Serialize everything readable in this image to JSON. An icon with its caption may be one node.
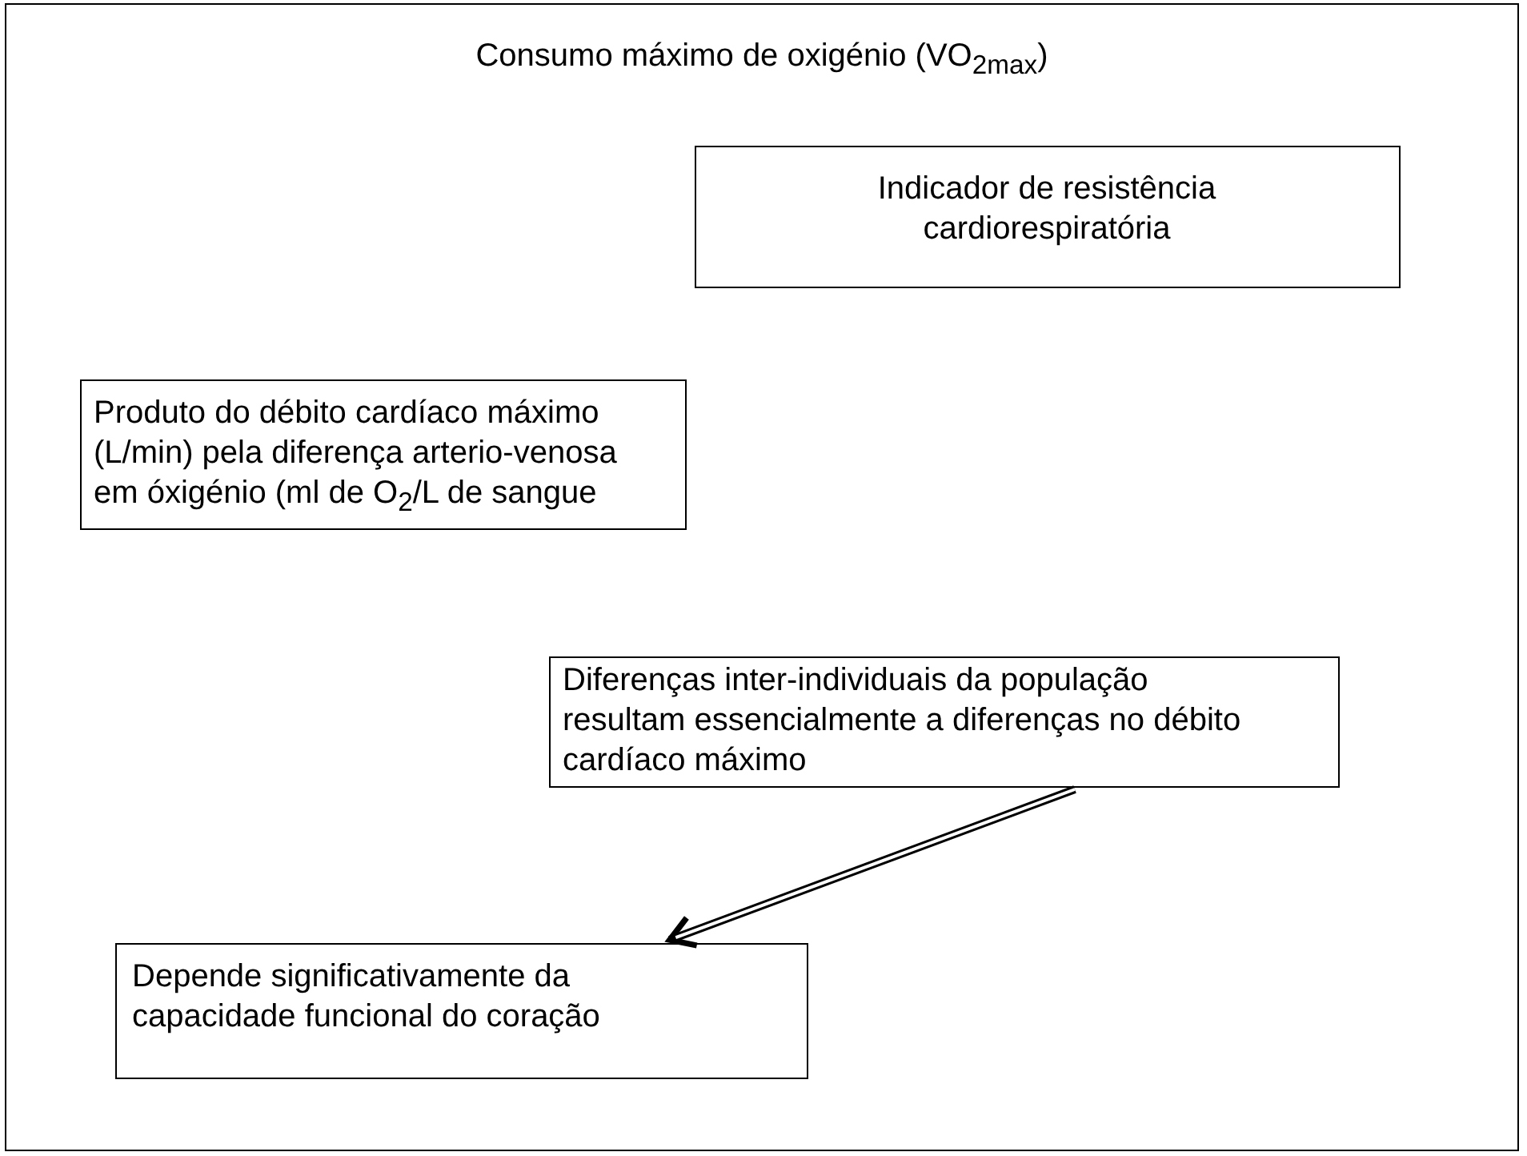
{
  "diagram": {
    "nodes": [
      {
        "text": [
          "Consumo máximo de oxigénio (VO$_{2max}$)"
        ]
      },
      {
        "text": [
          "Indicador de resistência cardiorespiratória"
        ],
        "in": 0
      },
      {
        "text": [
          "Produto do débito cardíaco máximo (L/min) pela diferença arterio-venosa em óxigénio (ml de O$_{2}$/L de sangue"
        ],
        "in": 0
      },
      {
        "text": [
          "Diferenças inter-individuais  da população resultam essencialmente a diferenças no débito cardíaco máximo"
        ],
        "in": 0
      },
      {
        "text": [
          "Depende significativamente da capacidade funcional do coração"
        ],
        "in": 0
      }
    ],
    "edges": [
      {
        "from": 3,
        "to": 4,
        "arrow": "to"
      }
    ]
  }
}
